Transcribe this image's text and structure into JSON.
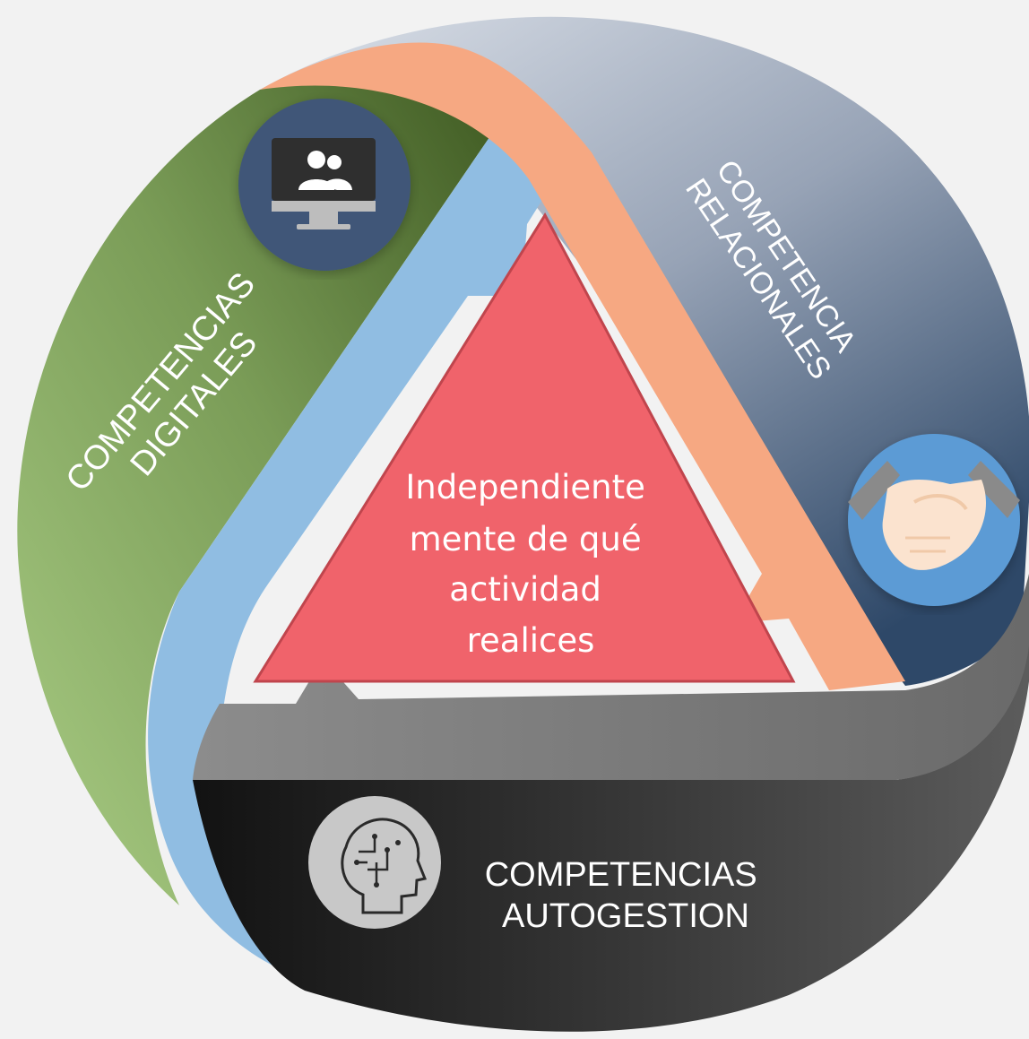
{
  "center": {
    "lines": [
      "Independiente",
      "mente de qué",
      "actividad",
      "realices"
    ],
    "color": "#f0636b"
  },
  "segments": {
    "digitales": {
      "line1": "COMPETENCIAS",
      "line2": "DIGITALES",
      "icon": "computer-users-icon",
      "color": "#6f8f4a"
    },
    "relacionales": {
      "line1": "COMPETENCIA",
      "line2": "RELACIONALES",
      "icon": "handshake-icon",
      "color": "#6e7f98"
    },
    "autogestion": {
      "line1": "COMPETENCIAS",
      "line2": "AUTOGESTION",
      "icon": "brain-head-icon",
      "color": "#2b2b2b"
    }
  },
  "arrows": {
    "blue": "#90bde2",
    "orange": "#f6a882",
    "gray": "#7e7e7e"
  }
}
